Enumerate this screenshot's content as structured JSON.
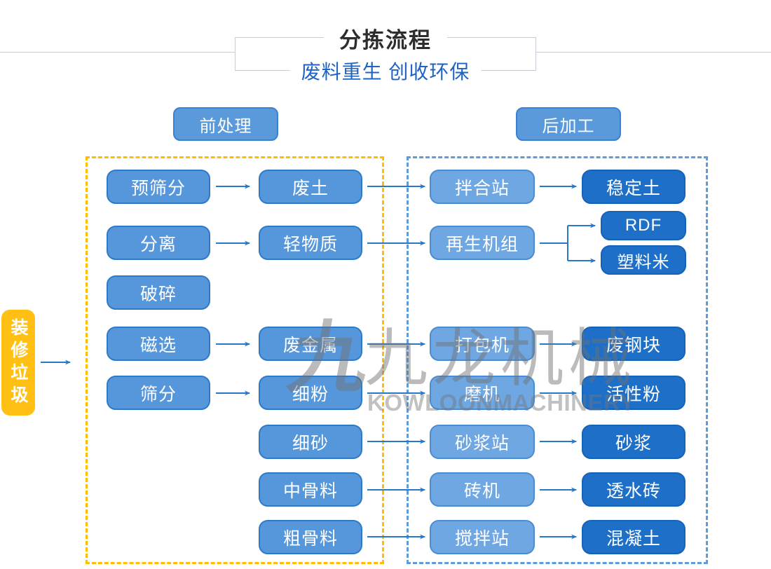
{
  "title": {
    "text": "分拣流程",
    "subtitle": "废料重生 创收环保"
  },
  "sections": {
    "pre": "前处理",
    "post": "后加工"
  },
  "source_node": "装修垃圾",
  "flow": {
    "col1": [
      "预筛分",
      "分离",
      "破碎",
      "磁选",
      "筛分"
    ],
    "col2": [
      "废土",
      "轻物质",
      "废金属",
      "细粉",
      "细砂",
      "中骨料",
      "粗骨料"
    ],
    "col3": [
      "拌合站",
      "再生机组",
      "打包机",
      "磨机",
      "砂浆站",
      "砖机",
      "搅拌站"
    ],
    "col4": [
      "稳定土",
      "RDF",
      "塑料米",
      "废钢块",
      "活性粉",
      "砂浆",
      "透水砖",
      "混凝土"
    ]
  },
  "edges": [
    {
      "from": "装修垃圾",
      "to": "前处理"
    },
    {
      "from": "预筛分",
      "to": "废土"
    },
    {
      "from": "分离",
      "to": "轻物质"
    },
    {
      "from": "磁选",
      "to": "废金属"
    },
    {
      "from": "筛分",
      "to": "细粉"
    },
    {
      "from": "废土",
      "to": "拌合站"
    },
    {
      "from": "轻物质",
      "to": "再生机组"
    },
    {
      "from": "废金属",
      "to": "打包机"
    },
    {
      "from": "细粉",
      "to": "磨机"
    },
    {
      "from": "细砂",
      "to": "砂浆站"
    },
    {
      "from": "中骨料",
      "to": "砖机"
    },
    {
      "from": "粗骨料",
      "to": "搅拌站"
    },
    {
      "from": "拌合站",
      "to": "稳定土"
    },
    {
      "from": "再生机组",
      "to": "RDF"
    },
    {
      "from": "再生机组",
      "to": "塑料米"
    },
    {
      "from": "打包机",
      "to": "废钢块"
    },
    {
      "from": "磨机",
      "to": "活性粉"
    },
    {
      "from": "砂浆站",
      "to": "砂浆"
    },
    {
      "from": "砖机",
      "to": "透水砖"
    },
    {
      "from": "搅拌站",
      "to": "混凝土"
    }
  ],
  "watermark": {
    "logo_glyph": "九",
    "cjk": "九龙机械",
    "latin": "KOWLOONMACHINERY"
  },
  "colors": {
    "process_box_fill": "#5697dc",
    "process_box_border": "#2f7ac8",
    "machine_box_fill": "#6fa7e3",
    "output_box_fill": "#1e6fc8",
    "source_box_fill": "#ffc013",
    "pre_region_dash": "#ffbf00",
    "post_region_dash": "#5e9cde",
    "arrow": "#2878c8",
    "subtitle_text": "#1f63c5",
    "title_text": "#2d2d2d"
  }
}
